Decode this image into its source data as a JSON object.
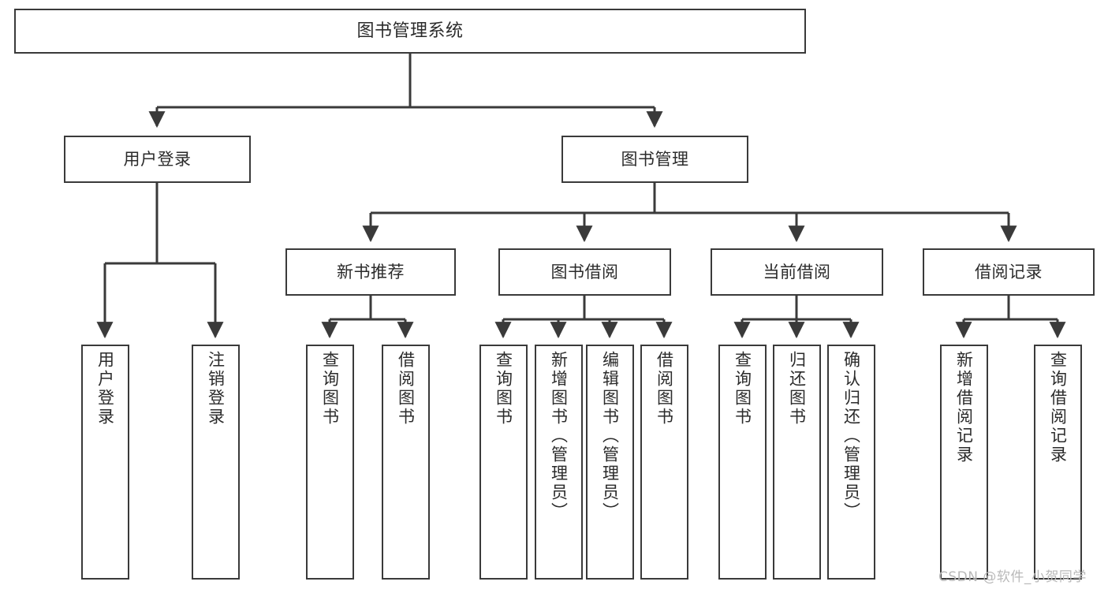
{
  "diagram": {
    "title": "图书管理系统",
    "type": "tree-hierarchy-diagram",
    "colors": {
      "box_border": "#3a3a3a",
      "box_fill": "#ffffff",
      "edge": "#3a3a3a",
      "text": "#2b2b2b",
      "watermark": "#b9b9b9",
      "background": "#ffffff"
    },
    "root": {
      "label": "图书管理系统"
    },
    "level2": [
      {
        "id": "user-login",
        "label": "用户登录"
      },
      {
        "id": "book-management",
        "label": "图书管理"
      }
    ],
    "level3": [
      {
        "id": "new-book-recommend",
        "label": "新书推荐"
      },
      {
        "id": "book-borrow",
        "label": "图书借阅"
      },
      {
        "id": "current-borrow",
        "label": "当前借阅"
      },
      {
        "id": "borrow-record",
        "label": "借阅记录"
      }
    ],
    "leaves": {
      "user_login": [
        {
          "id": "leaf-user-login",
          "label": "用户登录"
        },
        {
          "id": "leaf-logout-login",
          "label": "注销登录"
        }
      ],
      "new_book_recommend": [
        {
          "id": "leaf-query-book-1",
          "label": "查询图书"
        },
        {
          "id": "leaf-borrow-book-1",
          "label": "借阅图书"
        }
      ],
      "book_borrow": [
        {
          "id": "leaf-query-book-2",
          "label": "查询图书"
        },
        {
          "id": "leaf-add-book-admin",
          "label": "新增图书（管理员）"
        },
        {
          "id": "leaf-edit-book-admin",
          "label": "编辑图书（管理员）"
        },
        {
          "id": "leaf-borrow-book-2",
          "label": "借阅图书"
        }
      ],
      "current_borrow": [
        {
          "id": "leaf-query-book-3",
          "label": "查询图书"
        },
        {
          "id": "leaf-return-book",
          "label": "归还图书"
        },
        {
          "id": "leaf-confirm-return-admin",
          "label": "确认归还（管理员）"
        }
      ],
      "borrow_record": [
        {
          "id": "leaf-add-borrow-record",
          "label": "新增借阅记录"
        },
        {
          "id": "leaf-query-borrow-record",
          "label": "查询借阅记录"
        }
      ]
    },
    "watermark": "CSDN @软件_小贺同学"
  }
}
